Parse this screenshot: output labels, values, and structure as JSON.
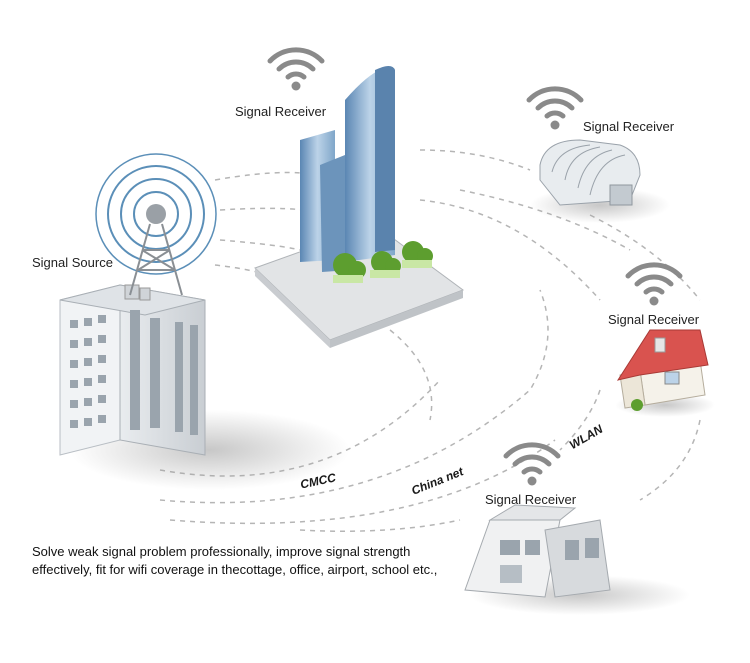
{
  "labels": {
    "source": "Signal Source",
    "receiver_top": "Signal Receiver",
    "receiver_right_upper": "Signal Receiver",
    "receiver_right_lower": "Signal Receiver",
    "receiver_bottom": "Signal Receiver"
  },
  "networks": {
    "cmcc": "CMCC",
    "china_net": "China net",
    "wlan": "WLAN"
  },
  "description": "Solve weak signal problem professionally, improve signal strength effectively, fit for wifi coverage in thecottage, office, airport, school etc.,",
  "icons": [
    "wifi-icon",
    "signal-tower-icon",
    "office-building-icon",
    "skyscraper-icon",
    "greenhouse-icon",
    "house-icon",
    "villa-icon"
  ],
  "colors": {
    "wifi": "#8a8a8a",
    "tower_rings": "#5b8fb8",
    "dashes": "#b0b0b0",
    "glass": "#7fa6c9",
    "roof_red": "#d9534f"
  }
}
